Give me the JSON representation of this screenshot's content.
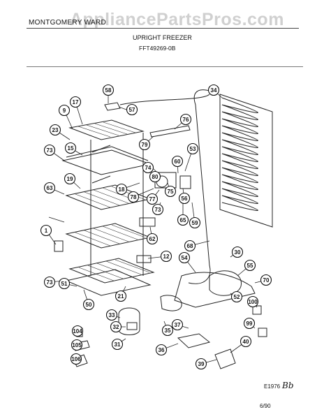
{
  "header": {
    "brand": "MONTGOMERY WARD",
    "watermark": "AppliancePartsPros.com"
  },
  "title": "UPRIGHT FREEZER",
  "model": "FFT49269-0B",
  "footer": {
    "code": "E1976",
    "initials": "Bb",
    "date": "6/90"
  },
  "callouts": [
    "58",
    "57",
    "17",
    "9",
    "76",
    "34",
    "23",
    "15",
    "79",
    "53",
    "73",
    "74",
    "80",
    "60",
    "19",
    "18",
    "78",
    "77",
    "75",
    "56",
    "63",
    "73",
    "65",
    "59",
    "1",
    "62",
    "68",
    "12",
    "30",
    "54",
    "55",
    "73",
    "51",
    "70",
    "52",
    "50",
    "21",
    "100",
    "33",
    "32",
    "35",
    "37",
    "99",
    "104",
    "105",
    "31",
    "40",
    "36",
    "106",
    "39"
  ]
}
